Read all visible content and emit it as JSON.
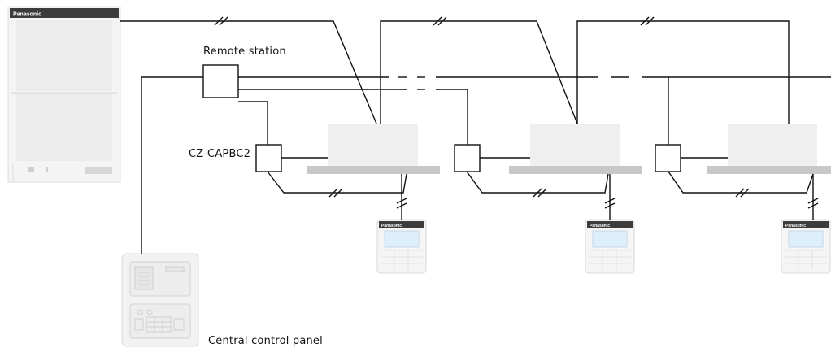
{
  "labels": {
    "remote_station": "Remote station",
    "adapter": "CZ-CAPBC2",
    "central_panel": "Central control panel"
  },
  "brand": "Panasonic",
  "colors": {
    "line": "#111111",
    "unit_fill": "#efefef",
    "unit_rail": "#c8c8c8",
    "device_border": "#d9d9d9",
    "brand_bar": "#3c3c3c",
    "screen_fill": "#ddeefc"
  },
  "icons": {
    "outdoor_unit": "outdoor-unit-icon",
    "indoor_unit": "ceiling-cassette-icon",
    "remote_controller": "wired-remote-icon",
    "central_panel": "central-control-panel-icon"
  }
}
